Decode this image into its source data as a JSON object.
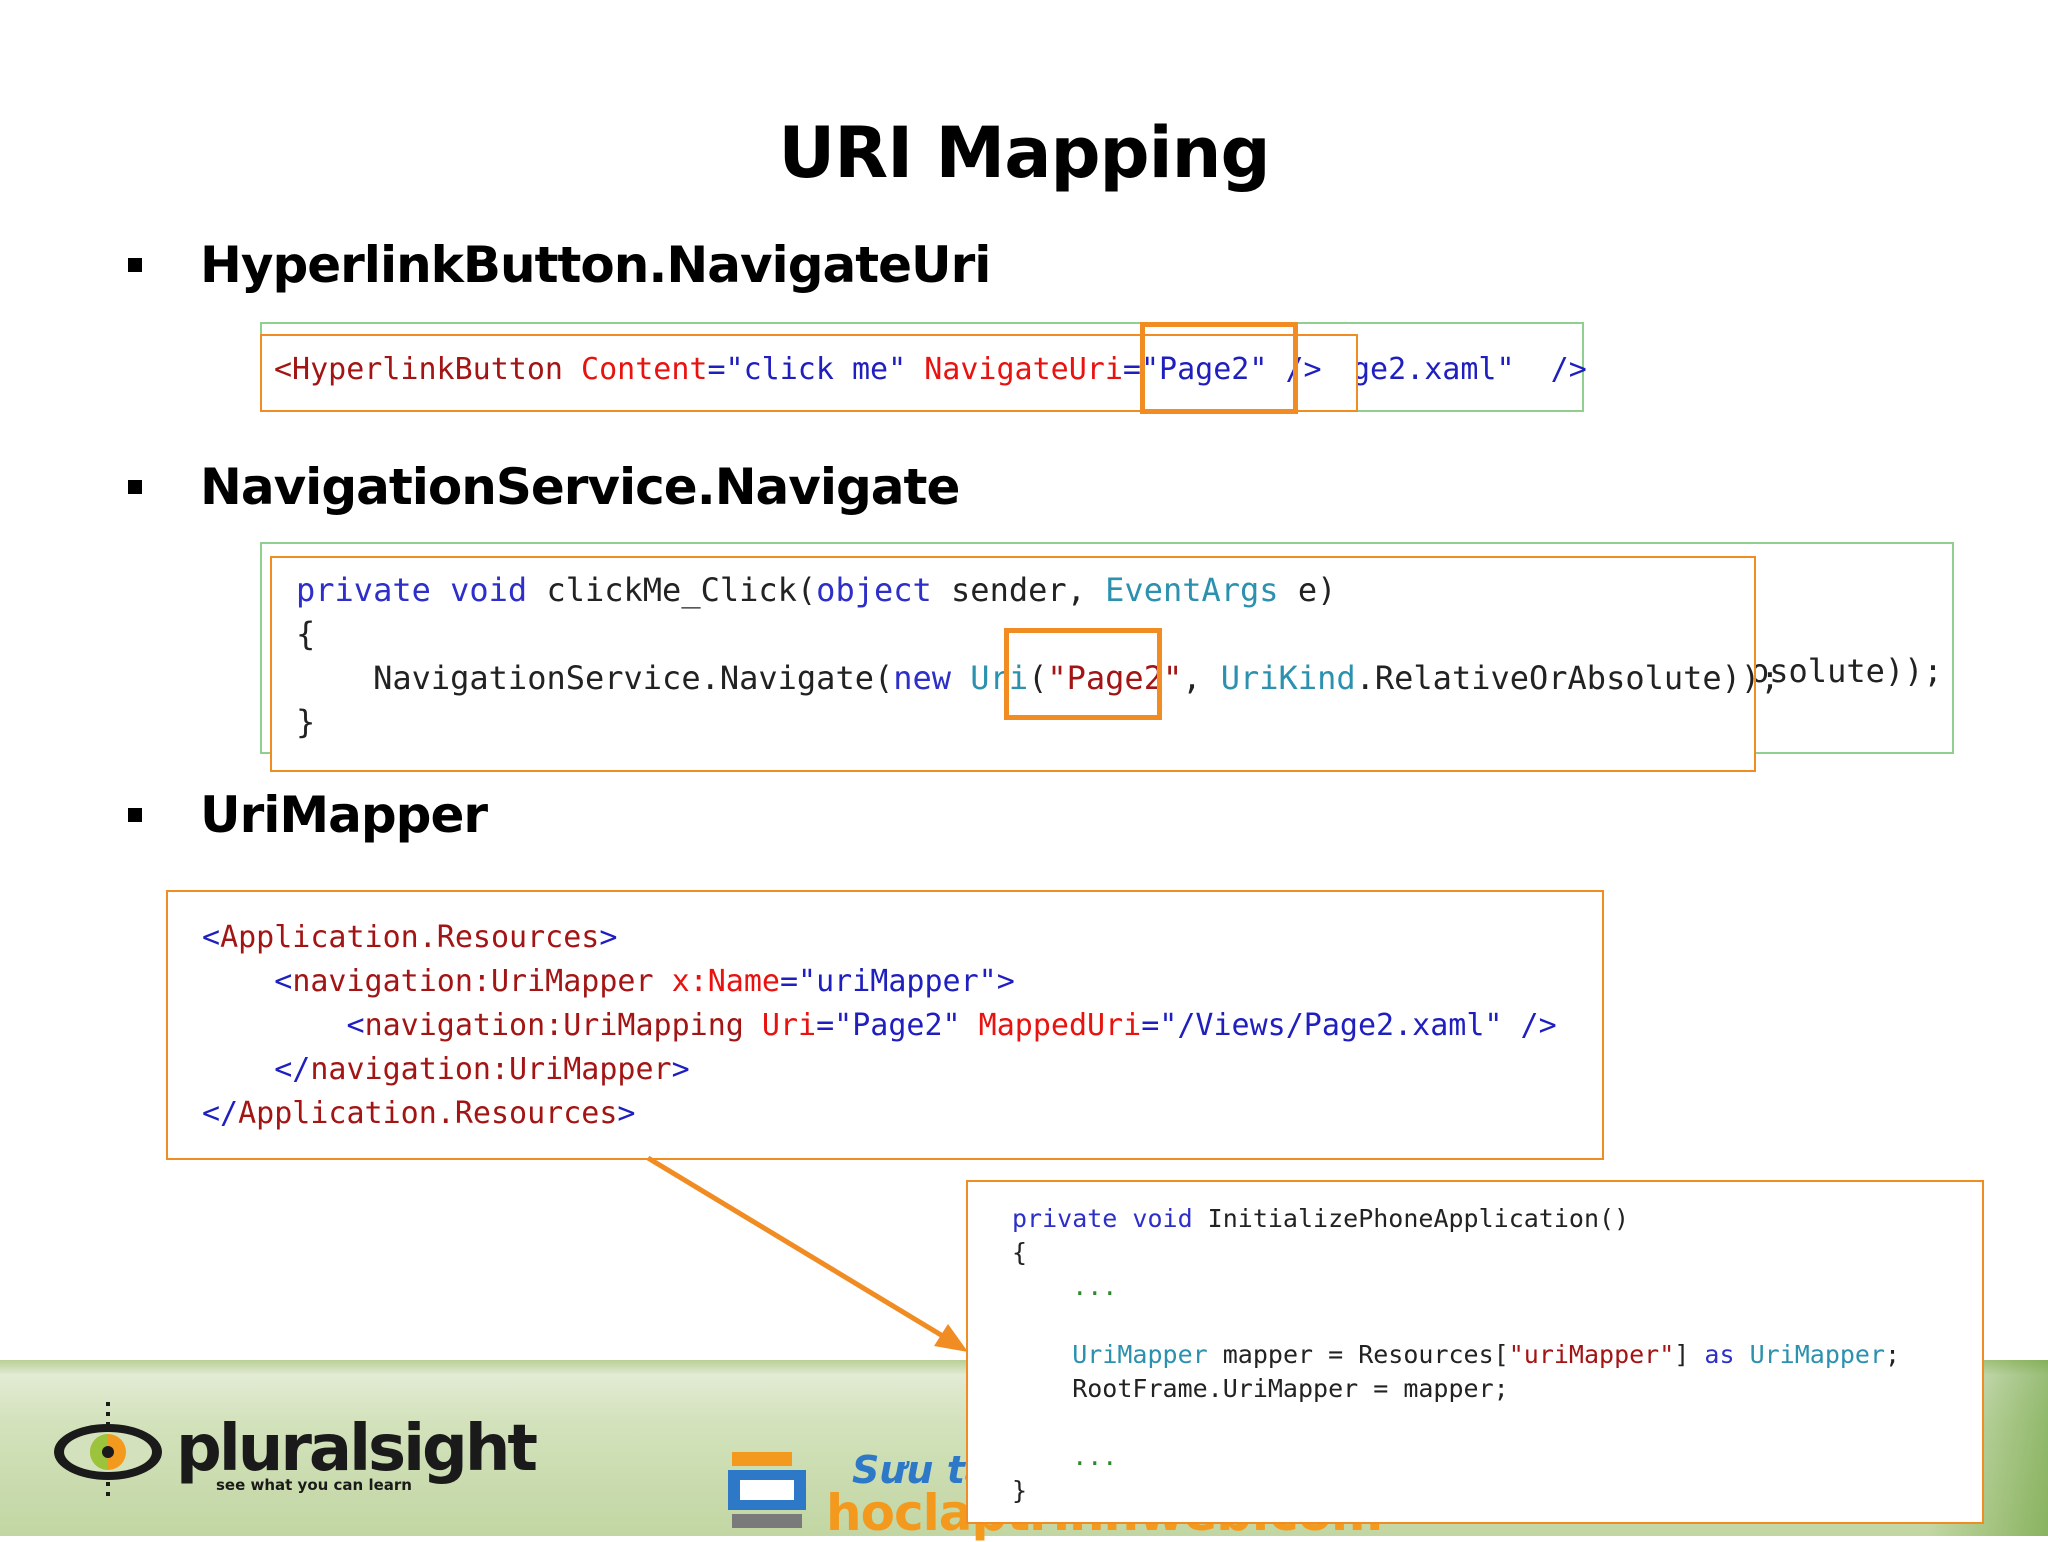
{
  "slide": {
    "title": "URI Mapping",
    "bullets": [
      "HyperlinkButton.NavigateUri",
      "NavigationService.Navigate",
      "UriMapper"
    ]
  },
  "snippet1": {
    "behind_tail": "ge2.xaml\"  />",
    "tag_open": "<HyperlinkButton",
    "content_attr": " Content",
    "content_eq": "=",
    "content_val": "\"click me\"",
    "nav_attr": " NavigateUri",
    "nav_eq": "=",
    "nav_val": "\"Page2\"",
    "close": " />"
  },
  "snippet2": {
    "behind_tail": "osolute));",
    "line1_private": "private",
    "line1_void": " void",
    "line1_method": " clickMe_Click(",
    "line1_object": "object",
    "line1_sender": " sender, ",
    "line1_eventargs": "EventArgs",
    "line1_e": " e)",
    "line2": "{",
    "line3_call": "    NavigationService.Navigate(",
    "line3_new": "new",
    "line3_sp": " ",
    "line3_uri": "Uri",
    "line3_paren": "(",
    "line3_str": "\"Page2\"",
    "line3_comma": ", ",
    "line3_urikind": "UriKind",
    "line3_rest": ".RelativeOrAbsolute));",
    "line4": "}"
  },
  "snippet3": {
    "l1_open": "<",
    "l1_tag": "Application.Resources",
    "l1_close": ">",
    "l2_indent": "    ",
    "l2_open": "<",
    "l2_tag": "navigation:UriMapper",
    "l2_attr": " x:Name",
    "l2_eq": "=",
    "l2_val": "\"uriMapper\"",
    "l2_close": ">",
    "l3_indent": "        ",
    "l3_open": "<",
    "l3_tag": "navigation:UriMapping",
    "l3_attr1": " Uri",
    "l3_eq1": "=",
    "l3_val1": "\"Page2\"",
    "l3_attr2": " MappedUri",
    "l3_eq2": "=",
    "l3_val2": "\"/Views/Page2.xaml\"",
    "l3_close": " />",
    "l4_indent": "    ",
    "l4_open": "</",
    "l4_tag": "navigation:UriMapper",
    "l4_close": ">",
    "l5_open": "</",
    "l5_tag": "Application.Resources",
    "l5_close": ">"
  },
  "snippet4": {
    "l1_private": "private",
    "l1_void": " void",
    "l1_method": " InitializePhoneApplication()",
    "l2": "{",
    "l3": "    ...",
    "l5_indent": "    ",
    "l5_type": "UriMapper",
    "l5_mid": " mapper = Resources[",
    "l5_str": "\"uriMapper\"",
    "l5_br": "] ",
    "l5_as": "as",
    "l5_sp": " ",
    "l5_type2": "UriMapper",
    "l5_end": ";",
    "l6": "    RootFrame.UriMapper = mapper;",
    "l8": "    ...",
    "l9": "}"
  },
  "branding": {
    "logo_text": "pluralsight",
    "logo_tagline": "see what you can learn",
    "watermark_line1": "Sưu tầm bởi",
    "watermark_line2": "hoclaptrinhweb.com"
  },
  "colors": {
    "highlight_orange": "#f08c22",
    "behind_box_green": "#8fcf8f",
    "keyword_blue": "#2d2fc8",
    "type_teal": "#2b91af",
    "xml_tag": "#a31515",
    "xml_attr": "#e8120f"
  }
}
